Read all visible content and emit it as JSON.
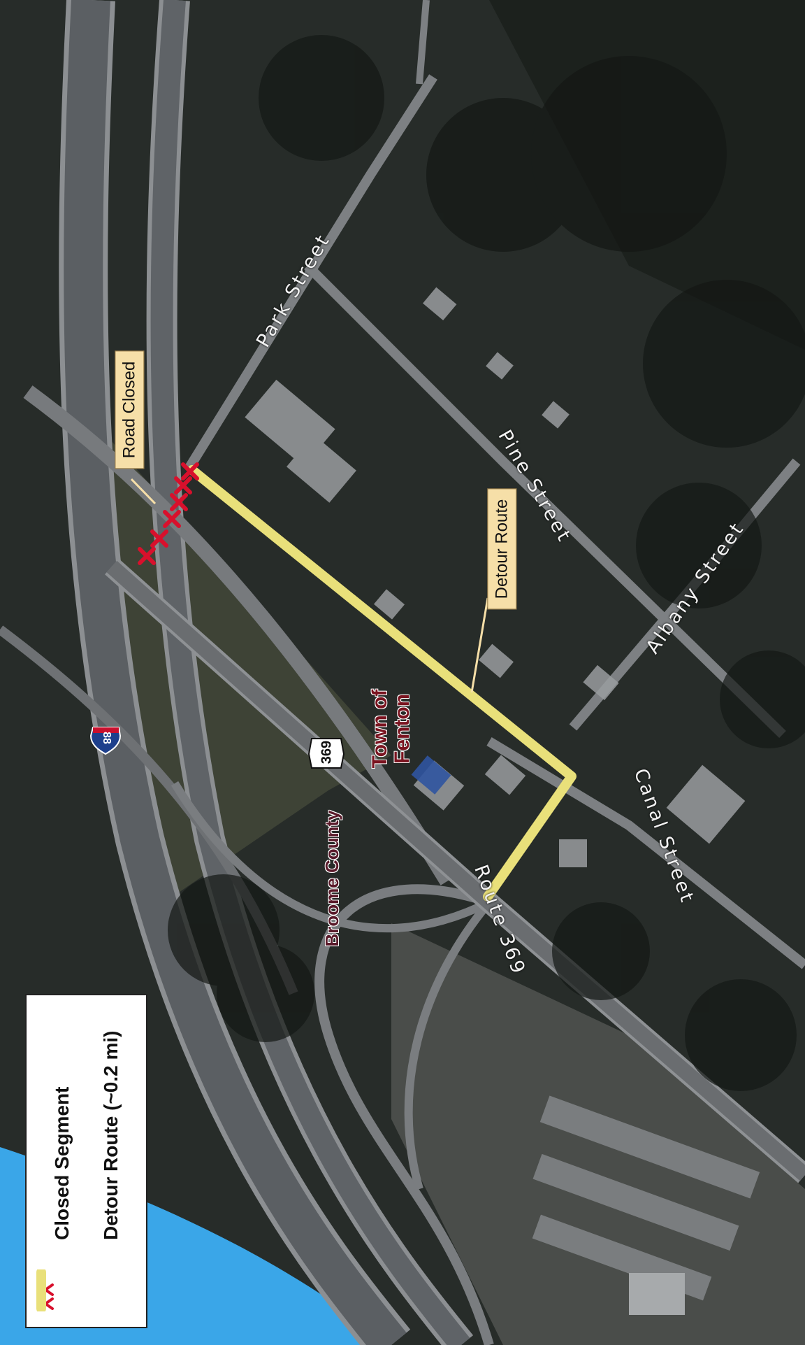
{
  "streets": {
    "park": "Park Street",
    "pine": "Pine Street",
    "albany": "Albany Street",
    "canal": "Canal Street",
    "route369": "Route 369"
  },
  "places": {
    "town_line1": "Town of",
    "town_line2": "Fenton",
    "county": "Broome County"
  },
  "callouts": {
    "road_closed": "Road Closed",
    "detour_route": "Detour Route"
  },
  "shields": {
    "interstate": "88",
    "state_route": "369"
  },
  "legend": {
    "closed_segment": "Closed Segment",
    "detour_route": "Detour Route (~0.2 mi)"
  },
  "colors": {
    "detour": "#e9e07a",
    "closed": "#d8102c",
    "water": "#3aa6e8",
    "callout": "#f6dfa8"
  }
}
